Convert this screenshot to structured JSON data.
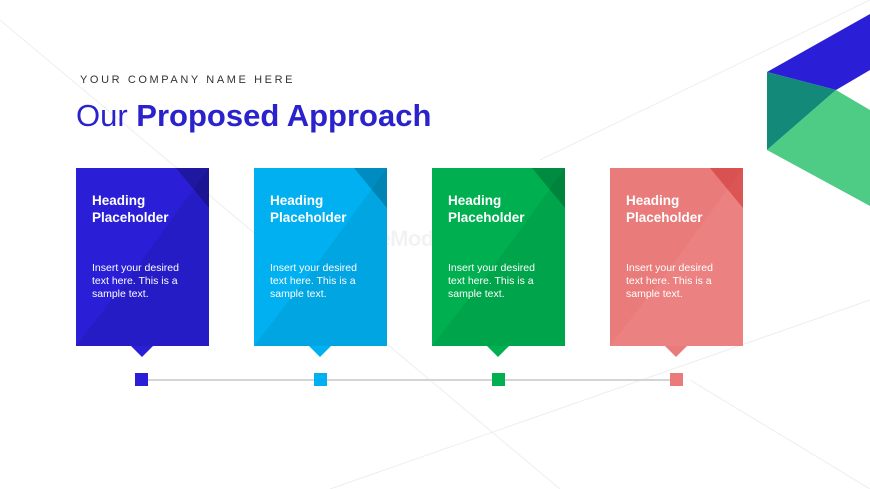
{
  "slide": {
    "company_name": "YOUR COMPANY NAME HERE",
    "title_light": "Our ",
    "title_bold": "Proposed Approach",
    "watermark": "SlideModel"
  },
  "cards": [
    {
      "heading_line1": "Heading",
      "heading_line2": "Placeholder",
      "body_line1": "Insert your desired",
      "body_line2": "text here. This is a",
      "body_line3": "sample text.",
      "color": "#2a1fd6"
    },
    {
      "heading_line1": "Heading",
      "heading_line2": "Placeholder",
      "body_line1": "Insert your desired",
      "body_line2": "text here. This is a",
      "body_line3": "sample text.",
      "color": "#00b0f0"
    },
    {
      "heading_line1": "Heading",
      "heading_line2": "Placeholder",
      "body_line1": "Insert your desired",
      "body_line2": "text here. This is a",
      "body_line3": "sample text.",
      "color": "#00b050"
    },
    {
      "heading_line1": "Heading",
      "heading_line2": "Placeholder",
      "body_line1": "Insert your desired",
      "body_line2": "text here. This is a",
      "body_line3": "sample text.",
      "color": "#ea7b7b"
    }
  ],
  "accent_colors": {
    "corner_blue": "#2a1fd6",
    "corner_teal": "#13897a",
    "corner_green": "#4ecb85"
  }
}
